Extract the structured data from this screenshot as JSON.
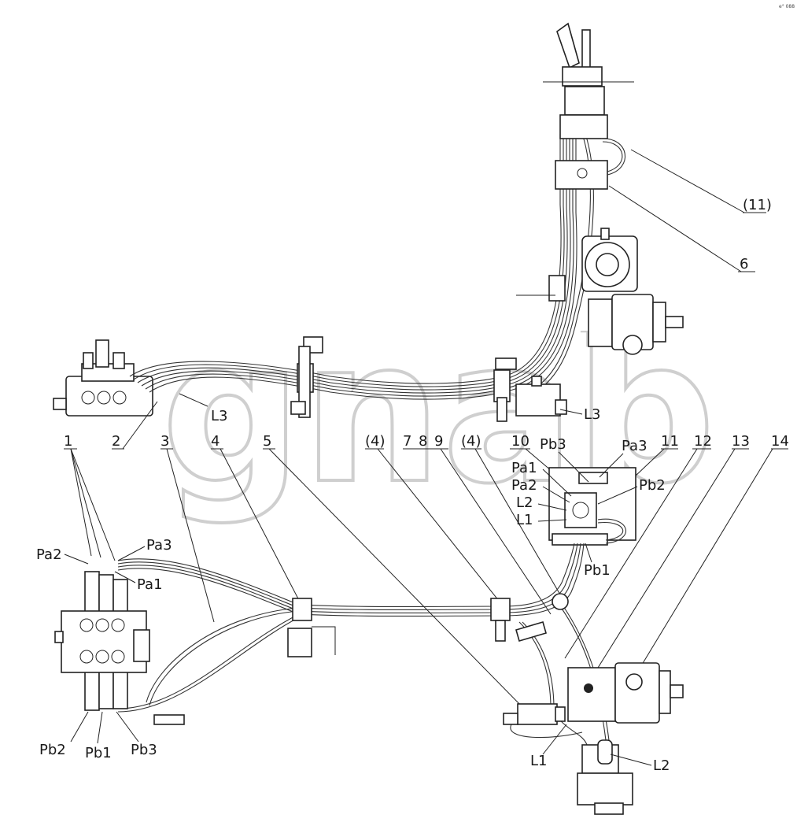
{
  "watermark": {
    "text": "gnab",
    "tm": "TM"
  },
  "corner_mark": "e° 088",
  "callouts": {
    "n1": "1",
    "n2": "2",
    "n3": "3",
    "n4": "4",
    "n5": "5",
    "n4a": "(4)",
    "n7": "7",
    "n8": "8",
    "n9": "9",
    "n4b": "(4)",
    "n10": "10",
    "n11": "11",
    "n12": "12",
    "n13": "13",
    "n14": "14",
    "n11p": "(11)",
    "n6": "6"
  },
  "ports": {
    "top_L3_left": "L3",
    "top_L3_right": "L3",
    "panel_Pb3": "Pb3",
    "panel_Pa3": "Pa3",
    "panel_Pa1": "Pa1",
    "panel_Pa2": "Pa2",
    "panel_Pb2": "Pb2",
    "panel_L2": "L2",
    "panel_L1": "L1",
    "panel_Pb1": "Pb1",
    "valve_Pa2": "Pa2",
    "valve_Pa3": "Pa3",
    "valve_Pa1": "Pa1",
    "valve_Pb2": "Pb2",
    "valve_Pb1": "Pb1",
    "valve_Pb3": "Pb3",
    "bottom_L1": "L1",
    "bottom_L2": "L2"
  }
}
